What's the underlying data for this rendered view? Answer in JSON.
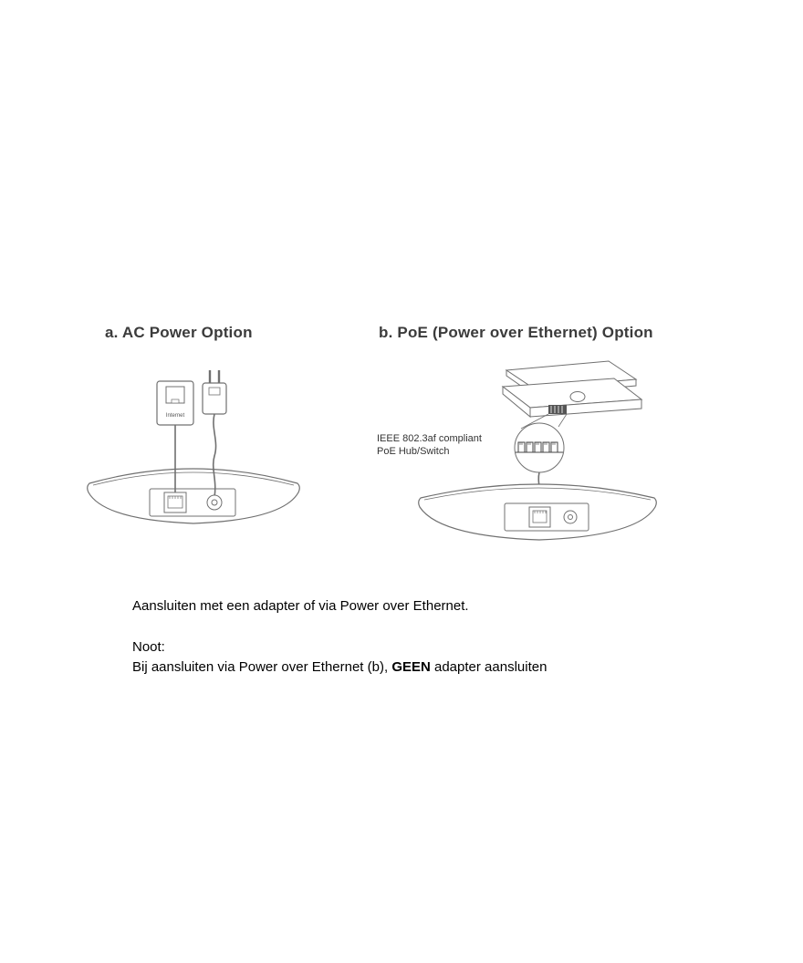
{
  "headings": {
    "option_a": "a. AC Power Option",
    "option_b": "b. PoE (Power over Ethernet) Option"
  },
  "diagram_a": {
    "wall_jack_label": "Internet"
  },
  "diagram_b": {
    "poe_label_line1": "IEEE 802.3af compliant",
    "poe_label_line2": "PoE Hub/Switch"
  },
  "body": {
    "line1": "Aansluiten met een adapter of via Power over Ethernet.",
    "note_title": "Noot:",
    "note_prefix": "Bij aansluiten via Power over Ethernet (b), ",
    "note_bold": "GEEN",
    "note_suffix": " adapter aansluiten"
  },
  "colors": {
    "line": "#707070",
    "heading": "#3b3b3b",
    "text": "#000000"
  }
}
